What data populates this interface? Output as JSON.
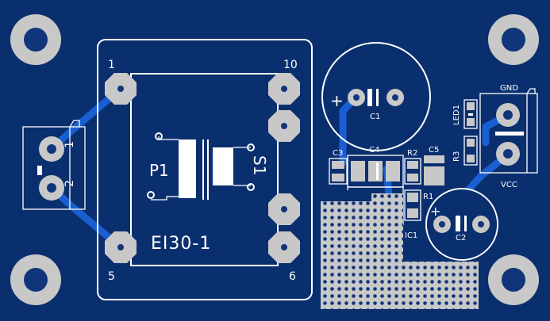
{
  "colors": {
    "board": "#0a2f6e",
    "copper": "#1a5fd1",
    "pad": "#c8c8c8",
    "hole": "#10357a",
    "silkscreen": "#ffffff"
  },
  "transformer": {
    "name": "P1",
    "secondary": "S1",
    "model": "EI30-1",
    "pins": {
      "p1": "1",
      "p10": "10",
      "p5": "5",
      "p6": "6"
    }
  },
  "terminal_left": {
    "pin1": "1",
    "pin2": "2"
  },
  "terminal_right": {
    "gnd": "GND",
    "vcc": "VCC"
  },
  "components": {
    "c1": "C1",
    "c2": "C2",
    "c3": "C3",
    "c4": "C4",
    "c5": "C5",
    "r1": "R1",
    "r2": "R2",
    "r3": "R3",
    "ic1": "IC1",
    "led1": "LED1"
  },
  "polarity": {
    "plus1": "+",
    "plus2": "+"
  }
}
